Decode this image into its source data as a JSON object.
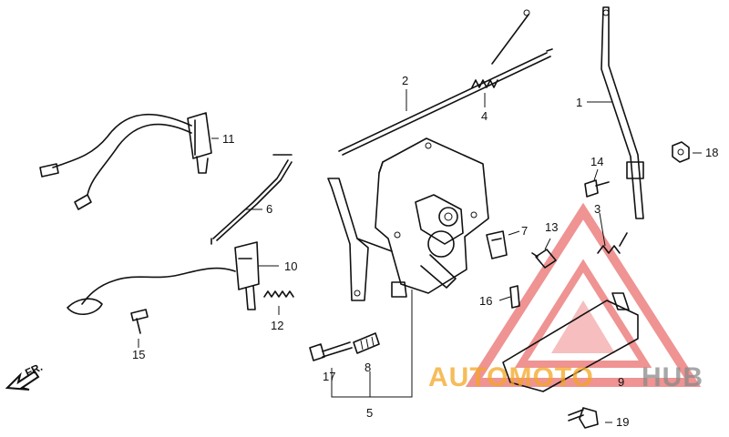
{
  "diagram": {
    "callouts": [
      {
        "id": "c1",
        "label": "1"
      },
      {
        "id": "c2",
        "label": "2"
      },
      {
        "id": "c3",
        "label": "3"
      },
      {
        "id": "c4",
        "label": "4"
      },
      {
        "id": "c5",
        "label": "5"
      },
      {
        "id": "c6",
        "label": "6"
      },
      {
        "id": "c7",
        "label": "7"
      },
      {
        "id": "c8",
        "label": "8"
      },
      {
        "id": "c9",
        "label": "9"
      },
      {
        "id": "c10",
        "label": "10"
      },
      {
        "id": "c11",
        "label": "11"
      },
      {
        "id": "c12",
        "label": "12"
      },
      {
        "id": "c13",
        "label": "13"
      },
      {
        "id": "c14",
        "label": "14"
      },
      {
        "id": "c15",
        "label": "15"
      },
      {
        "id": "c16",
        "label": "16"
      },
      {
        "id": "c17",
        "label": "17"
      },
      {
        "id": "c18",
        "label": "18"
      },
      {
        "id": "c19",
        "label": "19"
      }
    ],
    "direction_label": "FR.",
    "watermark": {
      "part1": "AUTOMOTO",
      "part2": "HUB",
      "color_red": "#e23b3b",
      "color_orange": "#f4a623",
      "color_gray": "#8a8a8a"
    }
  }
}
